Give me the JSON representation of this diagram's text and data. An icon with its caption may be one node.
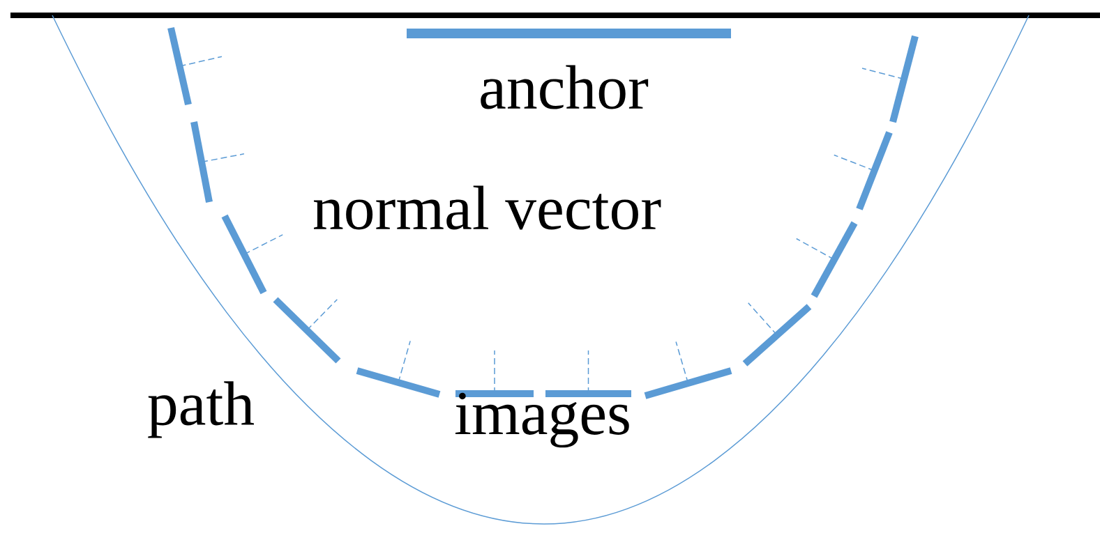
{
  "diagram": {
    "labels": [
      "anchor",
      "normal vector",
      "path",
      "images"
    ]
  }
}
